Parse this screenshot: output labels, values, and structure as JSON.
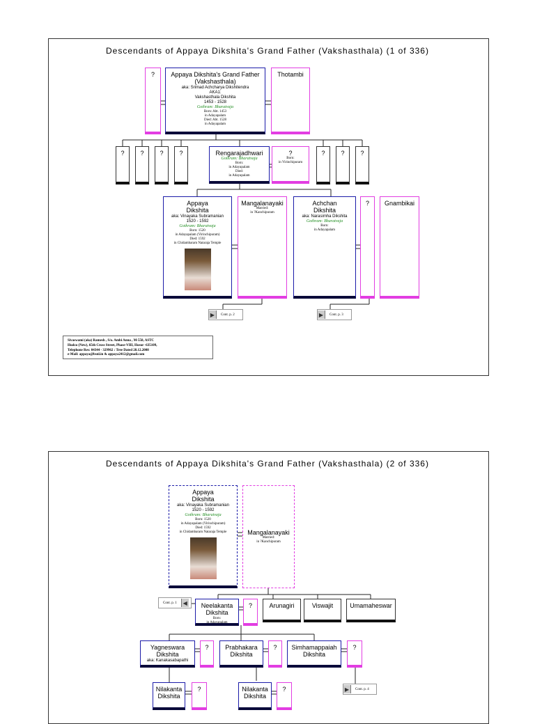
{
  "page1": {
    "title": "Descendants of Appaya Dikshita's Grand Father (Vakshasthala) (1 of 336)",
    "root": {
      "name": "Appaya Dikshita's Grand Father (Vakshasthala)",
      "aka": "aka: Srimad Achcharya Dikshitendra",
      "aka1": "AKA1:",
      "aka2": "Vakshasthala Dikshita",
      "years": "1453 - 1528",
      "gothram": "Gothram: Bharatvaja",
      "born": "Born: Abt. 1453",
      "born_place": "in Adayapalam",
      "died": "Died: Abt. 1528",
      "died_place": "in Adayapalam"
    },
    "root_left_spouse": "?",
    "root_spouse": "Thotambi",
    "unknown_children": [
      "?",
      "?",
      "?",
      "?",
      "?",
      "?",
      "?"
    ],
    "rengaraja": {
      "name": "Rengarajadhwari",
      "gothram": "Gothram: Bharatvaja",
      "born": "Born:",
      "born_place": "in Adayapalam",
      "died": "Died:",
      "died_place": "in Adayapalam"
    },
    "rengaraja_spouse": {
      "name": "?",
      "born": "Born:",
      "born_place": "in Virinchipuram"
    },
    "appaya": {
      "name1": "Appaya",
      "name2": "Dikshita",
      "aka": "aka: Vinayaka Subramanian",
      "years": "1520 - 1592",
      "gothram": "Gothram: Bharatvaja",
      "born": "Born: 1520",
      "born_place": "in Adayapalam (Virinchipuram)",
      "died": "Died: 1592",
      "died_place": "in Chidambaram Nataraja Temple"
    },
    "mangala": {
      "name": "Mangalanayaki",
      "married": "Married:",
      "married_place": "in ?Kanchipuram"
    },
    "achchan": {
      "name1": "Achchan",
      "name2": "Dikshita",
      "aka": "aka: Narasimha Dikshita",
      "gothram": "Gothram: Bharatvaja",
      "born": "Born:",
      "born_place": "in Adayapalam"
    },
    "achchan_spouse": "?",
    "gnambikai": "Gnambikai",
    "cont1": "Cont. p. 2",
    "cont2": "Cont. p. 3",
    "footer": [
      "Sivaswami (aka) Ramesh , S/o. Ambi Anna , M-558, ASTC",
      "Hudco (New), 65th Cross Street, Phase-VIII, Hosur -635109,",
      "Telephone Res: 04344 - 329962 : Tree Dated 28.12.2008",
      "e-Mail: appaya@bsnl.in & appaya2412@gmail.com"
    ]
  },
  "page2": {
    "title": "Descendants of Appaya Dikshita's Grand Father (Vakshasthala) (2 of 336)",
    "appaya": {
      "name1": "Appaya",
      "name2": "Dikshita",
      "aka": "aka: Vinayaka Subramanian",
      "years": "1520 - 1592",
      "gothram": "Gothram: Bharatvaja",
      "born": "Born: 1520",
      "born_place": "in Adayapalam (Virinchipuram)",
      "died": "Died: 1592",
      "died_place": "in Chidambaram Nataraja Temple"
    },
    "mangala": {
      "name": "Mangalanayaki",
      "married": "Married:",
      "married_place": "in ?Kanchipuram"
    },
    "cont_back": "Cont. p. 1",
    "neelakanta": {
      "name1": "Neelakanta",
      "name2": "Dikshita",
      "born": "Born:",
      "born_place": "in Adayapalam"
    },
    "neelakanta_spouse": "?",
    "arunagiri": "Arunagiri",
    "viswajit": "Viswajit",
    "umamaheswar": "Umamaheswar",
    "yagneswara": {
      "name1": "Yagneswara",
      "name2": "Dikshita",
      "aka": "aka: Kanakasabapathi"
    },
    "yagneswara_spouse": "?",
    "prabhakara": {
      "name1": "Prabhakara",
      "name2": "Dikshita"
    },
    "prabhakara_spouse": "?",
    "simham": {
      "name1": "Simhamappaiah",
      "name2": "Dikshita"
    },
    "simham_spouse": "?",
    "cont4": "Cont. p. 4",
    "nila1": {
      "name1": "Nilakanta",
      "name2": "Dikshita"
    },
    "nila1_spouse": "?",
    "nila2": {
      "name1": "Nilakanta",
      "name2": "Dikshita"
    },
    "nila2_spouse": "?"
  }
}
